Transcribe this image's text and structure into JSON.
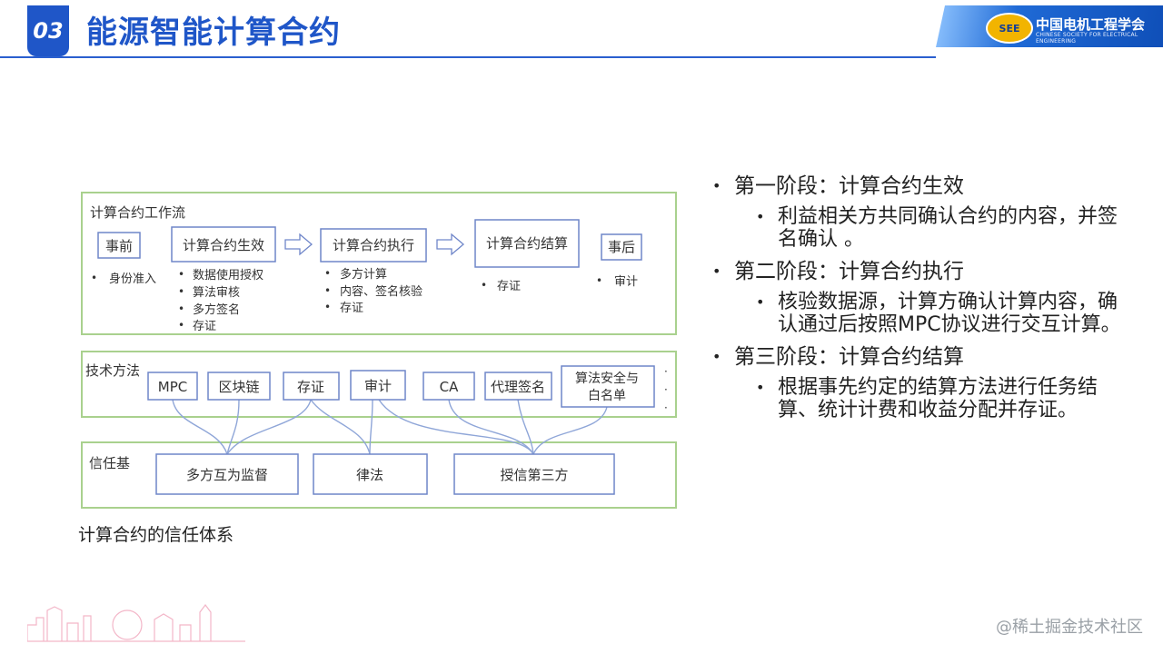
{
  "header": {
    "section_number": "03",
    "title": "能源智能计算合约",
    "logo_emblem": "SEE",
    "logo_cn": "中国电机工程学会",
    "logo_en": "CHINESE SOCIETY FOR ELECTRICAL ENGINEERING"
  },
  "diagram": {
    "workflow": {
      "label": "计算合约工作流",
      "stages": [
        {
          "title": "事前",
          "items": [
            "身份准入"
          ]
        },
        {
          "title": "计算合约生效",
          "items": [
            "数据使用授权",
            "算法审核",
            "多方签名",
            "存证"
          ]
        },
        {
          "title": "计算合约执行",
          "items": [
            "多方计算",
            "内容、签名核验",
            "存证"
          ]
        },
        {
          "title": "计算合约结算",
          "items": [
            "存证"
          ]
        },
        {
          "title": "事后",
          "items": [
            "审计"
          ]
        }
      ]
    },
    "tech": {
      "label": "技术方法",
      "methods": [
        "MPC",
        "区块链",
        "存证",
        "审计",
        "CA",
        "代理签名",
        "算法安全与白名单"
      ]
    },
    "trust": {
      "label": "信任基",
      "bases": [
        "多方互为监督",
        "律法",
        "授信第三方"
      ]
    },
    "caption": "计算合约的信任体系"
  },
  "bullets": [
    {
      "title": "第一阶段：计算合约生效",
      "detail": "利益相关方共同确认合约的内容，并签名确认 。"
    },
    {
      "title": "第二阶段：计算合约执行",
      "detail": "核验数据源，计算方确认计算内容，确认通过后按照MPC协议进行交互计算。"
    },
    {
      "title": "第三阶段：计算合约结算",
      "detail": "根据事先约定的结算方法进行任务结算、统计计费和收益分配并存证。"
    }
  ],
  "watermark": "@稀土掘金技术社区",
  "colors": {
    "brand_blue": "#1f56c8",
    "panel_green": "#a9d18e",
    "box_blue": "#6f86c9"
  }
}
